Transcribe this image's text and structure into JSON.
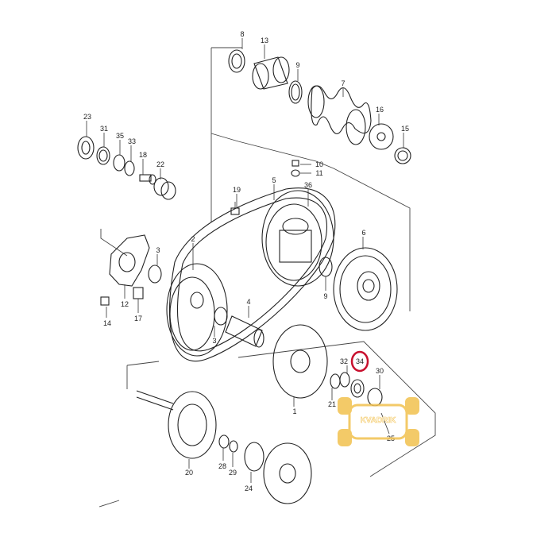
{
  "diagram": {
    "part_numbers": [
      "1",
      "2",
      "3",
      "3",
      "4",
      "5",
      "6",
      "7",
      "8",
      "9",
      "9",
      "10",
      "11",
      "12",
      "13",
      "14",
      "15",
      "16",
      "17",
      "18",
      "19",
      "20",
      "21",
      "22",
      "23",
      "24",
      "25",
      "28",
      "29",
      "30",
      "31",
      "32",
      "33",
      "34",
      "35",
      "36"
    ],
    "highlighted_part": "34",
    "highlight_color": "#c8102e",
    "watermark": {
      "text": "KVADRIK",
      "subtext": "",
      "color": "#f2c14e"
    }
  }
}
